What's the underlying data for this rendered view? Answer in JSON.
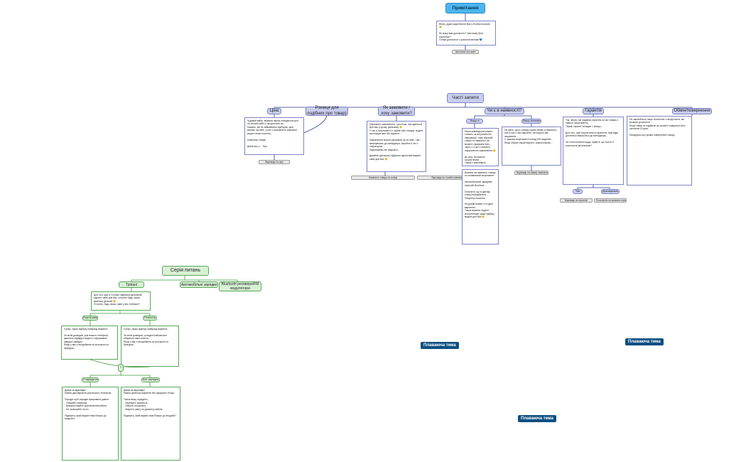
{
  "colors": {
    "blue_topic": "#c9cdee",
    "green_topic": "#d8f0d4",
    "greeting": "#4bb6ee",
    "floating": "#0e4f82",
    "line_blue": "#2a3a8c",
    "line_green": "#3a9a3a"
  },
  "greeting": {
    "title": "Привітання",
    "text": "Вітаю, дуже рада бачити Вас у Rodina Accoiore 😊\n\nЯк можу вам допомогти? Чим можу бути корисною?\nГотова допомогти з усіма питаннями 💙",
    "chip": "Заготовка на кожен"
  },
  "faq": {
    "title": "Часті запити",
    "branches": [
      {
        "label": "Ціна"
      },
      {
        "label": "Різниця для подібних про товар)"
      },
      {
        "label": "Як замовити / хочу замовити?"
      },
      {
        "label": "Чи є в наявності?"
      },
      {
        "label": "Гарантія"
      },
      {
        "label": "Обмін/повернення"
      }
    ],
    "price_note": "Чудовий вибір, вказана наразі стандартна ціна на онлайн-сайті є актуальною на...\nНажаль, ми не займаємось підбором, ціни вказані на сайті, у нас є можливість замовити моделі лише поштою...\n\nКоментар товару\n\nДізнатись у ... При",
    "price_chip": "Відповідь на ціну",
    "order_note": "Оформити замовлення - простіше, ніж здається! Для вас у цьому допоможу 😊\nУ нас в асортименті є окремі лінії товарів, моделі аксесуарів яких Ви шукаєте...\n\nЗамовлення можна оформити як на сайті, так і звернувшись до менеджера, перейти в чат з оператором...\nПідтримуємо всі формати...\n\nДавайте допоможу підібрати ідеальний варіант саме для Вас 😊",
    "order_chips": [
      "Наявність товару на складі",
      "Відповідь на онлайн-замовлення"
    ],
    "stock": {
      "yes_label": "Якщо є",
      "no_label": "Якщо ні/нема",
      "yes_note": "Наша команда регулярно стежить за актуальністю інформації, тому обраний товар є в наявності, ви можете оформити його через 1-2 дні з моменту оформлення замовлення 😊\n\nДо речі, ви можете скористатися ...\nТакож є можливість оформити ...",
      "yes_detail": "Вказати на наявність товару та спливаючий асортимент\n\nАвтомобільний зарядний пристрій Borofone...\n\nПояснити, що в даному товарі передбачено ...\nПокупець пояснює...\n\nНа даний момент є в двох варіантах...\nТакож можемо надати консультацію щодо підбору моделі для Вас 😊",
      "no_note": "На жаль, цього товару наразі немає в наявності, але в нас є інші варіанти, які можуть вас зацікавити...\nУ нашому асортименті понад 200 моделей...\nЯкщо обрати інший варіант, запропонуємо...",
      "no_chip": "Відповідь на заявку наявність"
    },
    "warranty": {
      "note": "Так, звісно, ми надаємо гарантію на всі товари з нашого асортименту.\nТермін гарантії складає 1 місяць...\n\nДля того, щоб скористатися гарантією, вам буде достатньо звернутися до менеджера...\n\nЧи є інші питання щодо гарантії, що хотіли б розглянути детальніше?",
      "yes_label": "Так",
      "no_label": "Докладніше",
      "yes_chip": "Відповідь на гарантію",
      "no_chip": "Посилання на правила сервісу"
    },
    "exchange_note": "Не хвилюйтеся, якщо зіткнетеся з незручністю, ми можемо допомогти ...\nЯкщо товар не підійшов, ви можете повернути його протягом 14 днів...\n\nНагадуємо про умови повернення товару..."
  },
  "series": {
    "title": "Серія питань",
    "branches": [
      "Тріпані",
      "Автомобільні зарядки",
      "Bluetooth ресивери/FM модулятори"
    ],
    "q_note": "Для того щоб я точніше підібрала ідеальний варіант саме для Вас, уточніть будь ласка декілька деталей 😊\nУточніть, будь ласка, який у вас телефон?",
    "left_label": "Портативні",
    "right_label": "Реальна",
    "left_note": "Супер, зараз підберу найкращі варіанти...\n\nЗа моїм досвідом, для вашого телефону ідеально підійдуть моделі з підтримкою швидкої зарядки...\nЯкщо у вас є вподобання за кольором чи брендом...",
    "right_note": "Супер, зараз підберу найкращі варіанти...\n\nЗа моїм досвідом, ці моделі найчастіше обирають наші клієнти...\nЯкщо у вас є вподобання за кольором чи брендом...",
    "mid_label": "?",
    "charge_label": "З зарядкою",
    "nocharge_label": "Без зарядки",
    "charge_note": "Дякую за відповідь!\nМаємо два варіанти для вашого телефону...\n\nПорада: щоб зарядка працювала довше...\n- Уникайте перегріву\n- Використовуйте оригінальний кабель\n- Не залишайте на ніч\n\nПідкажіть, який варіант вам більше до вподоби?",
    "nocharge_note": "Дякую за відповідь!\nМаємо декілька варіантів без зарядного блоку...\n\nТакож можу порадити...\n- Перевірте сумісність\n- Оберіть потужність\n- Зверніть увагу на довжину кабелю\n\nПідкажіть, який варіант вам більше до вподоби?"
  },
  "floating": [
    "Плаваюча тема",
    "Плаваюча тема",
    "Плаваюча тема"
  ]
}
